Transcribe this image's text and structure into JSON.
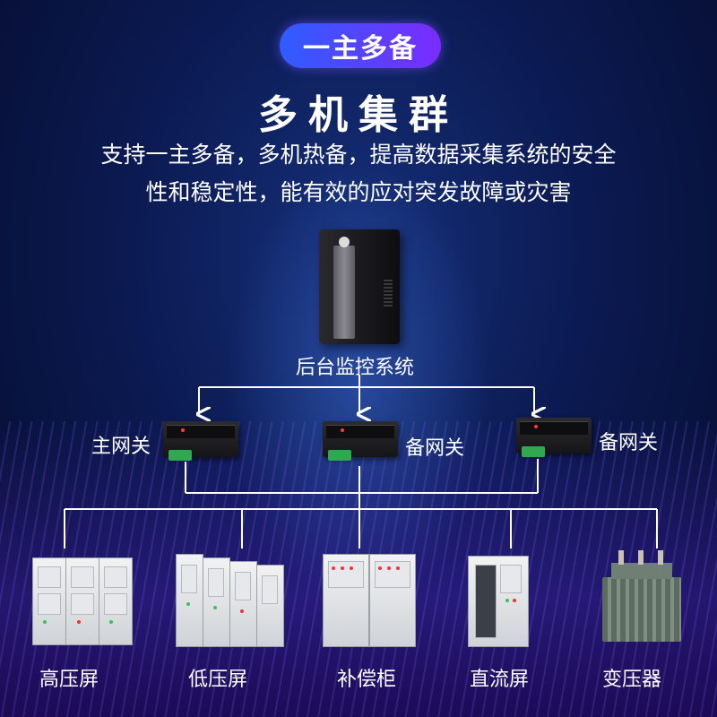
{
  "header": {
    "badge": "一主多备",
    "title": "多机集群",
    "subtitle_line1": "支持一主多备，多机热备，提高数据采集系统的安全",
    "subtitle_line2": "性和稳定性，能有效的应对突发故障或灾害"
  },
  "server": {
    "label": "后台监控系统"
  },
  "gateways": [
    {
      "label": "主网关"
    },
    {
      "label": "备网关"
    },
    {
      "label": "备网关"
    }
  ],
  "equipment": [
    {
      "label": "高压屏"
    },
    {
      "label": "低压屏"
    },
    {
      "label": "补偿柜"
    },
    {
      "label": "直流屏"
    },
    {
      "label": "变压器"
    }
  ],
  "colors": {
    "badge_start": "#2f5cff",
    "badge_end": "#7a2cff",
    "line": "#ffffff",
    "background": "#0b1a52"
  }
}
